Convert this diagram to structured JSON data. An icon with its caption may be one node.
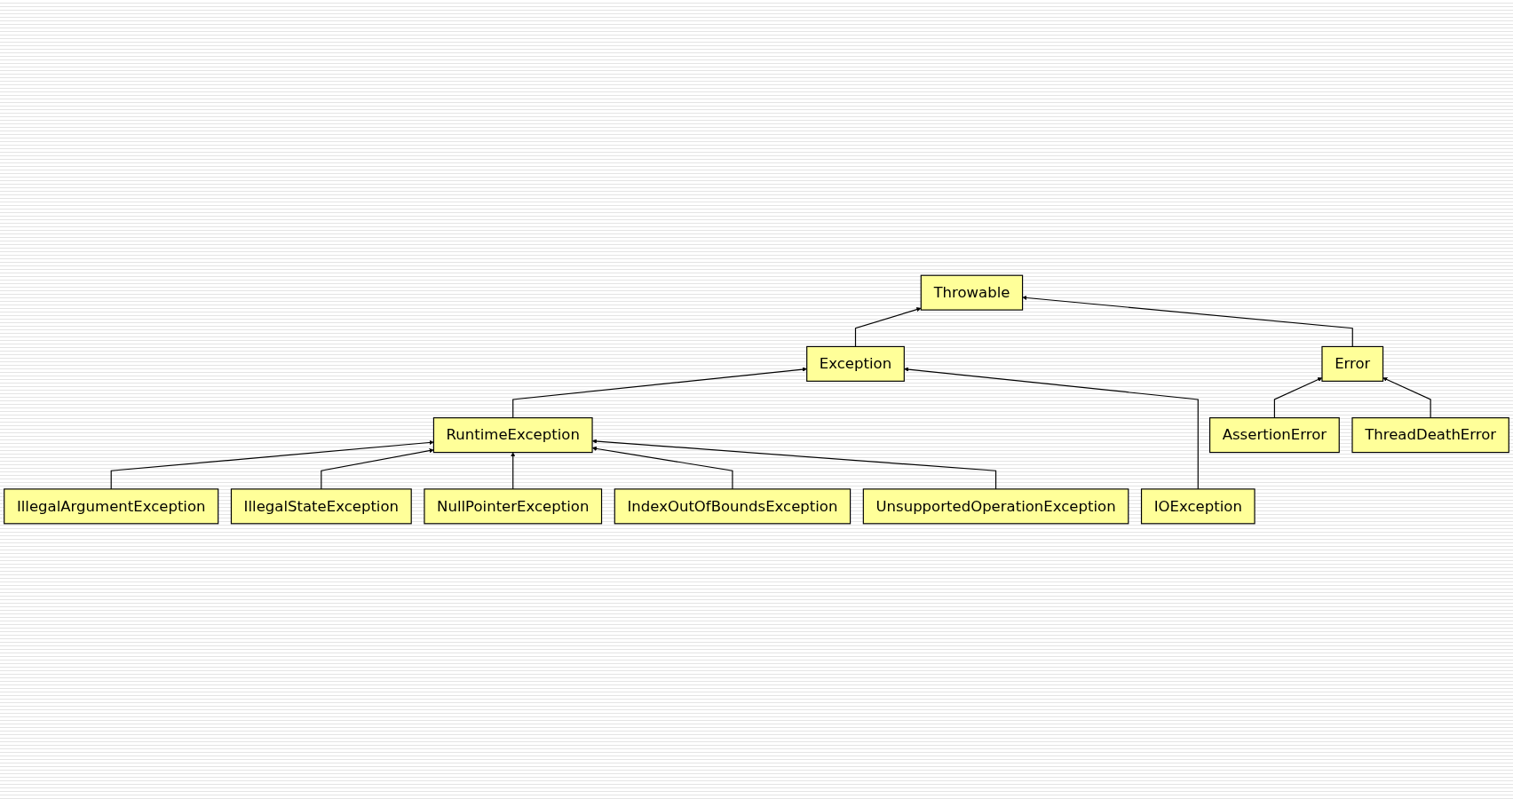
{
  "diagram": {
    "nodes": [
      {
        "text": [
          "Throwable"
        ]
      },
      {
        "text": [
          "Exception"
        ]
      },
      {
        "text": [
          "Error"
        ]
      },
      {
        "text": [
          "RuntimeException"
        ]
      },
      {
        "text": [
          "IOException"
        ]
      },
      {
        "text": [
          "AssertionError"
        ]
      },
      {
        "text": [
          "ThreadDeathError"
        ]
      },
      {
        "text": [
          "IllegalArgumentException"
        ]
      },
      {
        "text": [
          "IllegalStateException"
        ]
      },
      {
        "text": [
          "NullPointerException"
        ]
      },
      {
        "text": [
          "IndexOutOfBoundsException"
        ]
      },
      {
        "text": [
          "UnsupportedOperationException"
        ]
      }
    ],
    "edges": [
      {
        "from": 1,
        "to": 0,
        "arrow": "to"
      },
      {
        "from": 2,
        "to": 0,
        "arrow": "to"
      },
      {
        "from": 3,
        "to": 1,
        "arrow": "to"
      },
      {
        "from": 4,
        "to": 1,
        "arrow": "to"
      },
      {
        "from": 5,
        "to": 2,
        "arrow": "to"
      },
      {
        "from": 6,
        "to": 2,
        "arrow": "to"
      },
      {
        "from": 7,
        "to": 3,
        "arrow": "to"
      },
      {
        "from": 8,
        "to": 3,
        "arrow": "to"
      },
      {
        "from": 9,
        "to": 3,
        "arrow": "to"
      },
      {
        "from": 10,
        "to": 3,
        "arrow": "to"
      },
      {
        "from": 11,
        "to": 3,
        "arrow": "to"
      }
    ]
  }
}
